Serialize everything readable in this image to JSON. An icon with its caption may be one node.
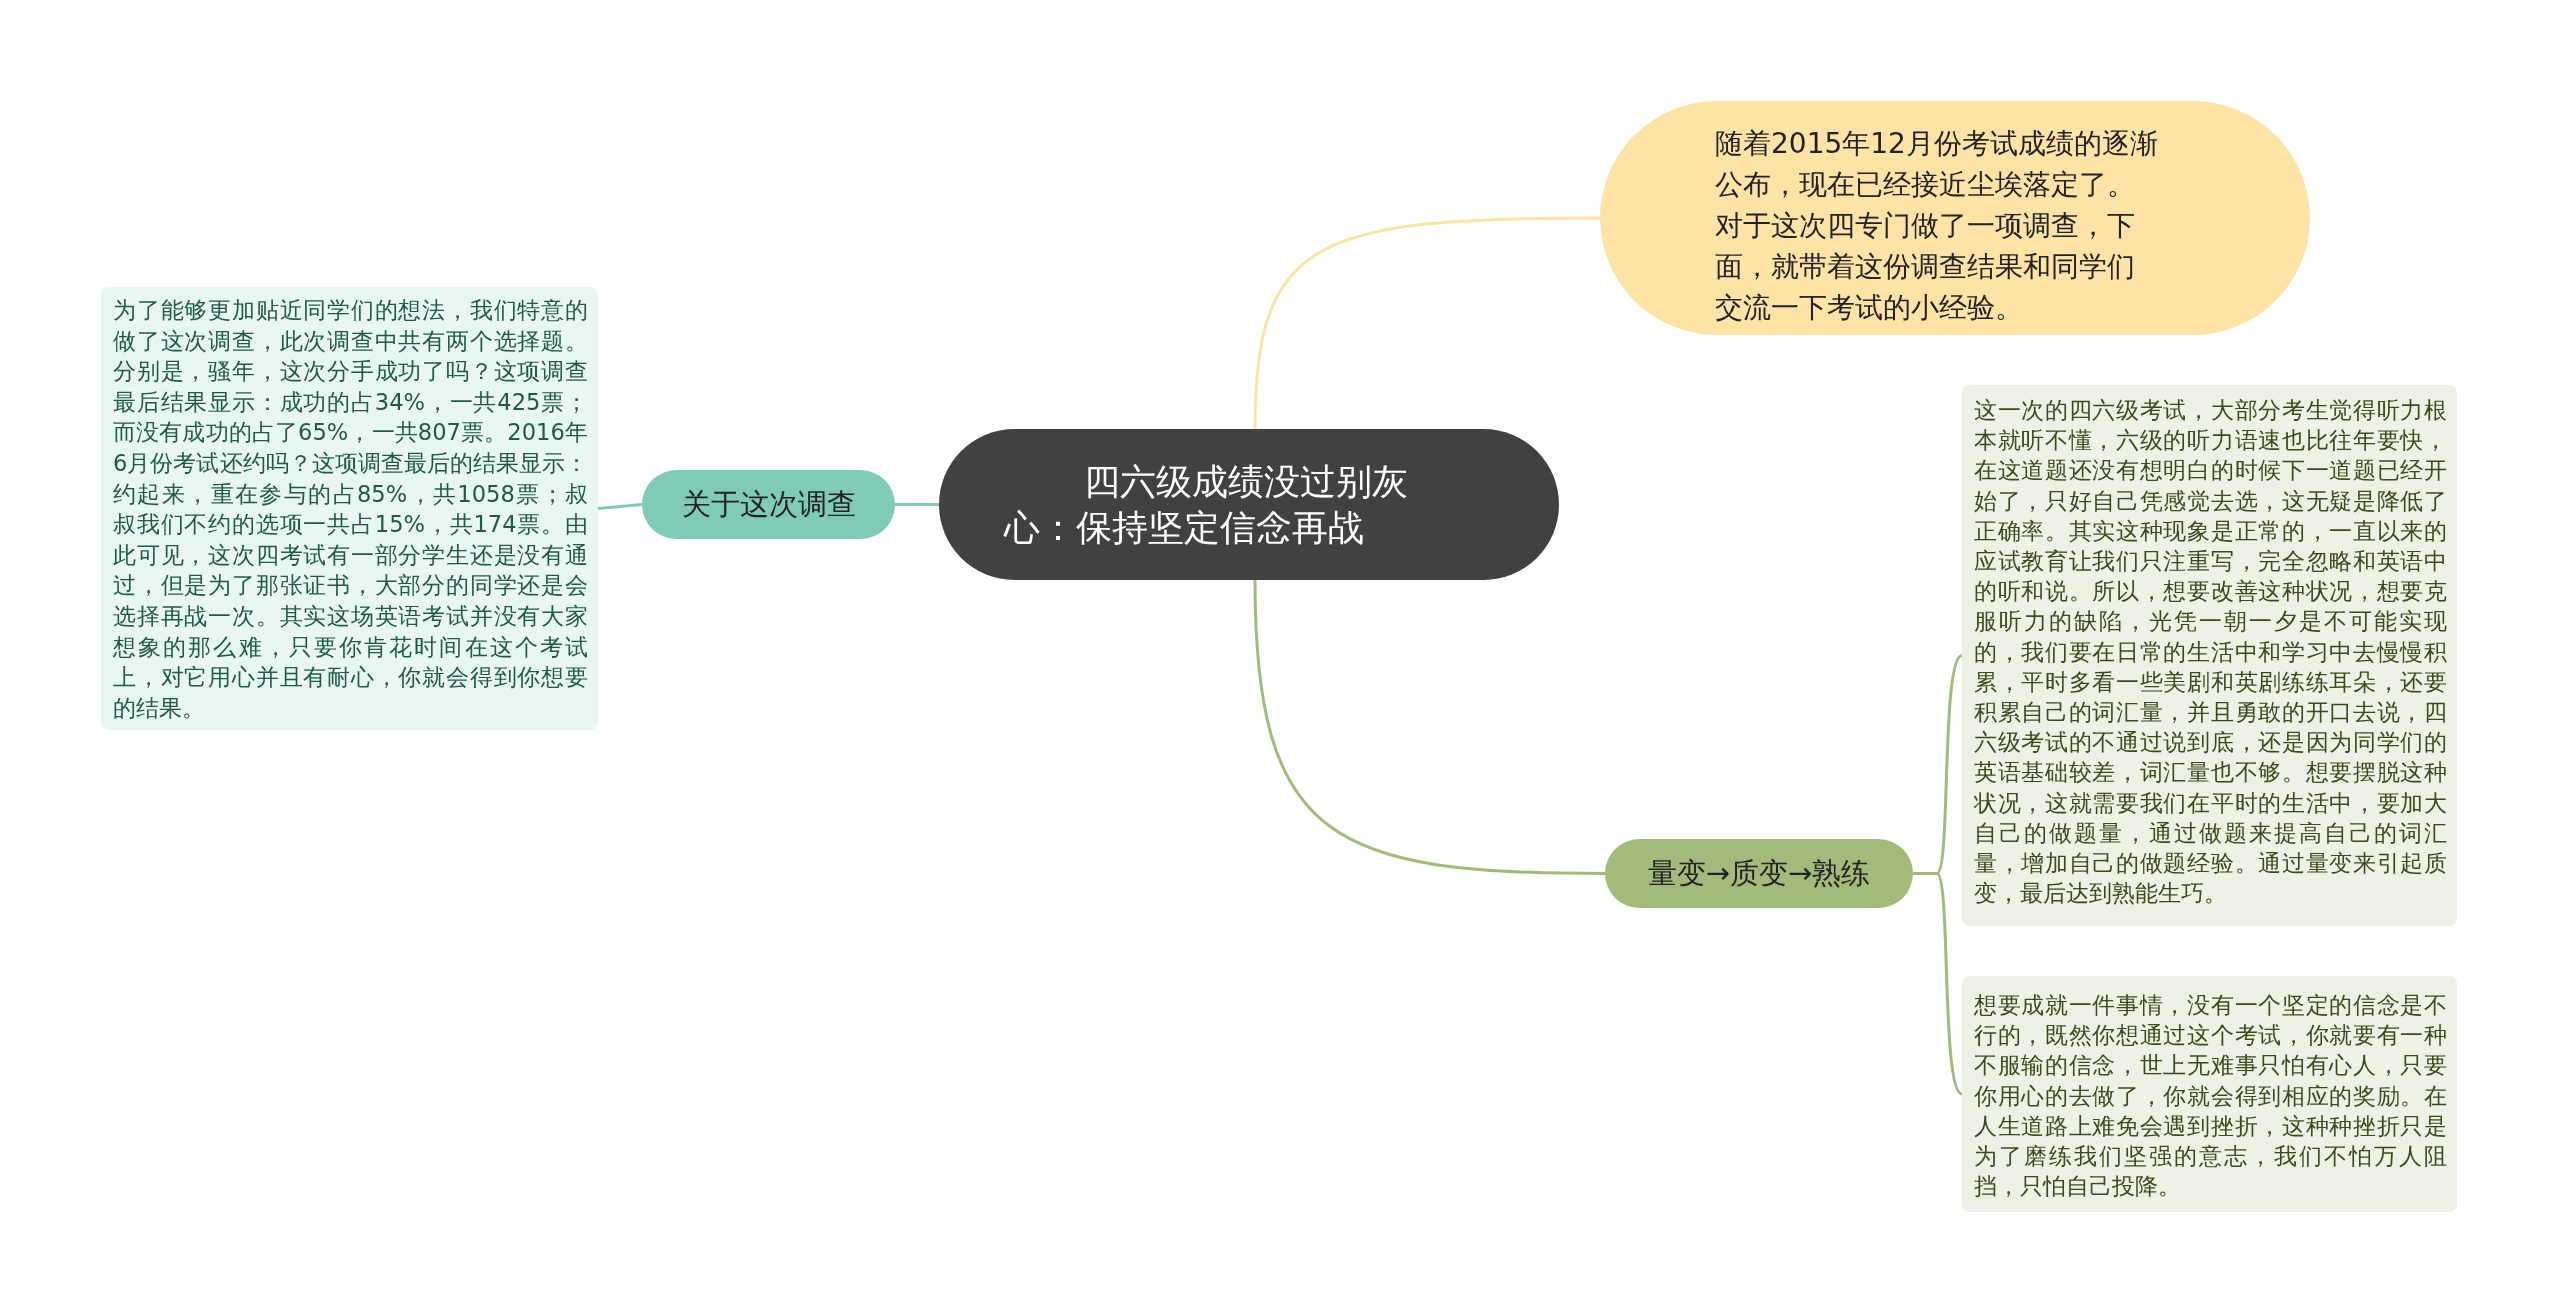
{
  "diagram": {
    "nodes": [
      {
        "text": [
          "四六级成绩没过别灰心：保持坚定信念再战"
        ]
      },
      {
        "text": [
          "随着2015年12月份考试成绩的逐渐公布，现在已经接近尘埃落定了。对于这次四专门做了一项调查，下面，就带着这份调查结果和同学们交流一下考试的小经验。"
        ]
      },
      {
        "text": [
          "关于这次调查"
        ]
      },
      {
        "text": [
          "为了能够更加贴近同学们的想法，我们特意的做了这次调查，此次调查中共有两个选择题。分别是，骚年，这次分手成功了吗？这项调查最后结果显示：成功的占34%，一共425票；而没有成功的占了65%，一共807票。2016年6月份考试还约吗？这项调查最后的结果显示：约起来，重在参与的占85%，共1058票；叔叔我们不约的选项一共占15%，共174票。由此可见，这次四考试有一部分学生还是没有通过，但是为了那张证书，大部分的同学还是会选择再战一次。其实这场英语考试并没有大家想象的那么难，只要你肯花时间在这个考试上，对它用心并且有耐心，你就会得到你想要的结果。"
        ]
      },
      {
        "text": [
          "量变→质变→熟练"
        ]
      },
      {
        "text": [
          "这一次的四六级考试，大部分考生觉得听力根本就听不懂，六级的听力语速也比往年要快，在这道题还没有想明白的时候下一道题已经开始了，只好自己凭感觉去选，这无疑是降低了正确率。其实这种现象是正常的，一直以来的应试教育让我们只注重写，完全忽略和英语中的听和说。所以，想要改善这种状况，想要克服听力的缺陷，光凭一朝一夕是不可能实现的，我们要在日常的生活中和学习中去慢慢积累，平时多看一些美剧和英剧练练耳朵，还要积累自己的词汇量，并且勇敢的开口去说，四六级考试的不通过说到底，还是因为同学们的英语基础较差，词汇量也不够。想要摆脱这种状况，这就需要我们在平时的生活中，要加大自己的做题量，通过做题来提高自己的词汇量，增加自己的做题经验。通过量变来引起质变，最后达到熟能生巧。"
        ]
      },
      {
        "text": [
          "想要成就一件事情，没有一个坚定的信念是不行的，既然你想通过这个考试，你就要有一种不服输的信念，世上无难事只怕有心人，只要你用心的去做了，你就会得到相应的奖励。在人生道路上难免会遇到挫折，这种种挫折只是为了磨练我们坚强的意志，我们不怕万人阻挡，只怕自己投降。"
        ]
      }
    ],
    "edges": [
      {
        "from": 0,
        "to": 1,
        "arrow": "none",
        "color": "#f9e3a6"
      },
      {
        "from": 0,
        "to": 2,
        "arrow": "none",
        "color": "#7fcbb8"
      },
      {
        "from": 2,
        "to": 3,
        "arrow": "none",
        "color": "#7fcbb8"
      },
      {
        "from": 0,
        "to": 4,
        "arrow": "none"
      },
      {
        "from": 4,
        "to": 5,
        "arrow": "none"
      },
      {
        "from": 4,
        "to": 6,
        "arrow": "none"
      }
    ]
  }
}
